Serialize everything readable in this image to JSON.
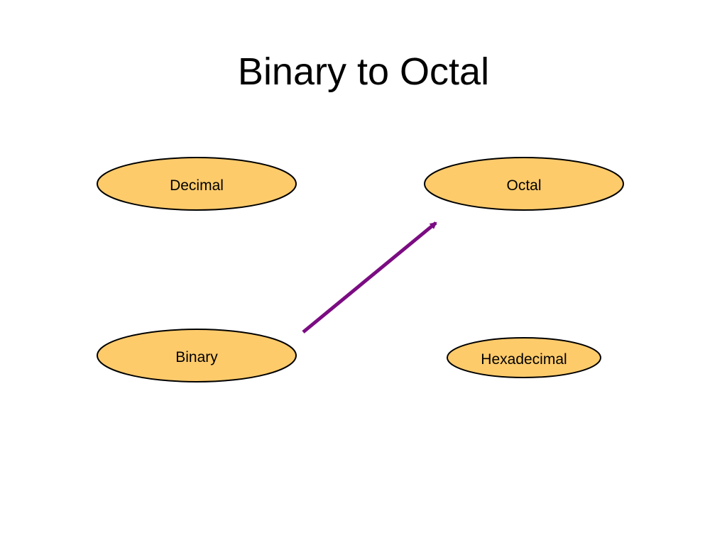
{
  "title": "Binary to Octal",
  "colors": {
    "node_fill": "#fecb6b",
    "node_stroke": "#000000",
    "arrow": "#7b0c82",
    "text": "#000000"
  },
  "nodes": {
    "decimal": {
      "label": "Decimal"
    },
    "octal": {
      "label": "Octal"
    },
    "binary": {
      "label": "Binary"
    },
    "hexadecimal": {
      "label": "Hexadecimal"
    }
  },
  "arrows": [
    {
      "from": "binary",
      "to": "octal"
    }
  ]
}
